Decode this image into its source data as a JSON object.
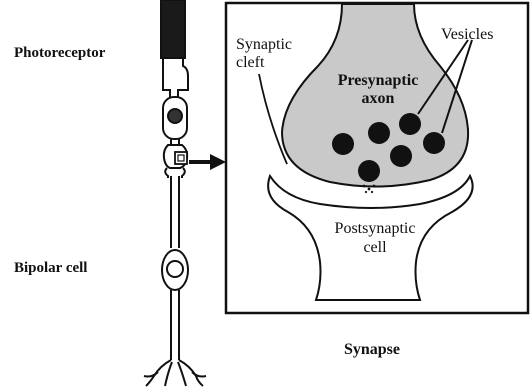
{
  "labels": {
    "photoreceptor": "Photoreceptor",
    "bipolar_cell": "Bipolar cell",
    "synaptic_cleft_line1": "Synaptic",
    "synaptic_cleft_line2": "cleft",
    "vesicles": "Vesicles",
    "presynaptic_line1": "Presynaptic",
    "presynaptic_line2": "axon",
    "postsynaptic_line1": "Postsynaptic",
    "postsynaptic_line2": "cell",
    "synapse_caption": "Synapse"
  },
  "colors": {
    "ink": "#111111",
    "presynaptic_fill": "#c9c9c9",
    "vesicle_fill": "#111111",
    "background": "#ffffff"
  }
}
